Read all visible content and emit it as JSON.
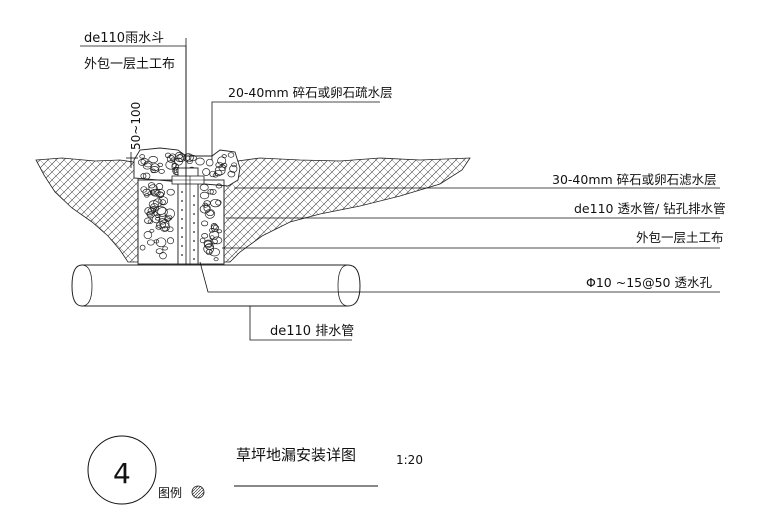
{
  "labels": {
    "rain_hopper": "de110雨水斗",
    "geotextile_top": "外包一层土工布",
    "drain_gravel": "20-40mm 碎石或卵石疏水层",
    "dimension": "50~100",
    "filter_gravel": "30-40mm 碎石或卵石滤水层",
    "perforated_pipe": "de110 透水管/ 钻孔排水管",
    "geotextile_right": "外包一层土工布",
    "holes": "Φ10 ~15@50 透水孔",
    "drain_pipe": "de110 排水管"
  },
  "title": {
    "number": "4",
    "text": "草坪地漏安装详图",
    "scale": "1:20",
    "legend": "图例"
  },
  "colors": {
    "line": "#111111"
  }
}
